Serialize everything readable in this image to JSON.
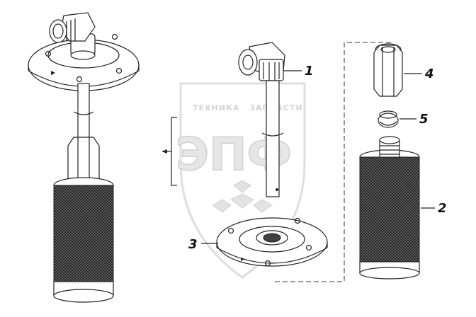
{
  "watermark": {
    "line1_left": "ТЕХНИКА",
    "line1_right": "ЗАПЧАСТИ",
    "logo": "ЭПФ"
  },
  "callouts": [
    {
      "id": "1",
      "label": "1"
    },
    {
      "id": "2",
      "label": "2"
    },
    {
      "id": "3",
      "label": "3"
    },
    {
      "id": "4",
      "label": "4"
    },
    {
      "id": "5",
      "label": "5"
    }
  ]
}
